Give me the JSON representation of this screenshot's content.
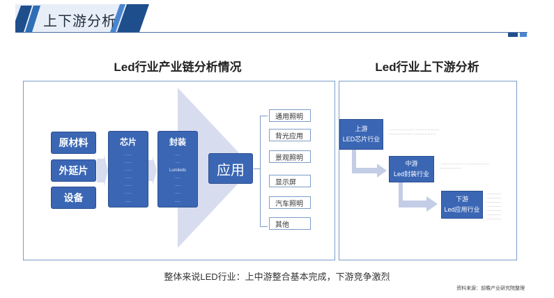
{
  "header": {
    "title": "上下游分析"
  },
  "left": {
    "title": "Led行业产业链分析情况",
    "materials": [
      "原材料",
      "外延片",
      "设备"
    ],
    "chip": {
      "label": "芯片",
      "items": [
        "······",
        "······",
        "······",
        "······",
        "······",
        "······",
        "......"
      ]
    },
    "package": {
      "label": "封装",
      "items": [
        "·····",
        "·····",
        "Lumileds",
        "·····",
        "·····",
        "·····",
        "......"
      ]
    },
    "application": "应用",
    "app_items": [
      "通用照明",
      "背光应用",
      "景观照明",
      "显示屏",
      "汽车照明",
      "其他"
    ]
  },
  "right": {
    "title": "Led行业上下游分析",
    "stages": [
      {
        "tier": "上游",
        "name": "LED芯片行业",
        "note": "· ·························· ·························· ·························· ························"
      },
      {
        "tier": "中游",
        "name": "Led封装行业",
        "note": "· ·························· ·························· ························"
      },
      {
        "tier": "下游",
        "name": "Led应用行业",
        "note": "················ ················ ················ ················ ················ ················ ················"
      }
    ]
  },
  "summary": "整体来说LED行业：上中游整合基本完成，下游竞争激烈",
  "source": "资料来源：前瞻产业研究院整理",
  "colors": {
    "primary": "#3a66b4",
    "panel_border": "#7a9cc8",
    "arrow": "#d8dcef"
  }
}
